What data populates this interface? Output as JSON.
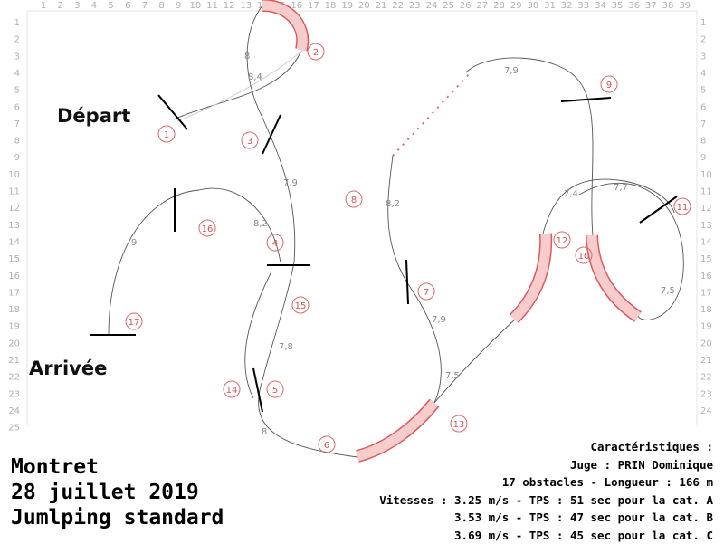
{
  "event": {
    "location": "Montret",
    "date": "28 juillet 2019",
    "course_type": "Jumlping standard"
  },
  "labels": {
    "start": "Départ",
    "finish": "Arrivée"
  },
  "specs": {
    "heading": "Caractéristiques :",
    "judge": "Juge : PRIN Dominique",
    "summary": "17 obstacles - Longueur : 166 m",
    "speed_a": "Vitesses : 3.25 m/s - TPS : 51 sec pour la cat. A",
    "speed_b": "3.53 m/s - TPS : 47 sec pour la cat. B",
    "speed_c": "3.69 m/s - TPS : 45 sec pour la cat. C"
  },
  "grid": {
    "columns": [
      "1",
      "2",
      "3",
      "4",
      "5",
      "6",
      "7",
      "8",
      "9",
      "10",
      "11",
      "12",
      "13",
      "14",
      "15",
      "16",
      "17",
      "18",
      "19",
      "20",
      "21",
      "22",
      "23",
      "24",
      "25",
      "26",
      "27",
      "28",
      "29",
      "30",
      "31",
      "32",
      "33",
      "34",
      "35",
      "36",
      "37",
      "38",
      "39"
    ],
    "rows": [
      "1",
      "2",
      "3",
      "4",
      "5",
      "6",
      "7",
      "8",
      "9",
      "10",
      "11",
      "12",
      "13",
      "14",
      "15",
      "16",
      "17",
      "18",
      "19",
      "20",
      "21",
      "22",
      "23",
      "24",
      "25"
    ]
  },
  "obstacles": [
    "1",
    "2",
    "3",
    "4",
    "5",
    "6",
    "7",
    "8",
    "9",
    "10",
    "11",
    "12",
    "13",
    "14",
    "15",
    "16",
    "17"
  ],
  "distances": [
    "8",
    "8,4",
    "7,9",
    "8,2",
    "8,2",
    "7,8",
    "7,9",
    "8",
    "7,9",
    "7,5",
    "7,4",
    "7,7",
    "7,5",
    "9"
  ],
  "colors": {
    "tunnel_fill": "#f7cccc",
    "tunnel_stroke": "#e05a5a",
    "number_circle": "#e06666",
    "jump_bar": "#000000",
    "path": "#555555",
    "grid_text": "#b0b0b0"
  }
}
